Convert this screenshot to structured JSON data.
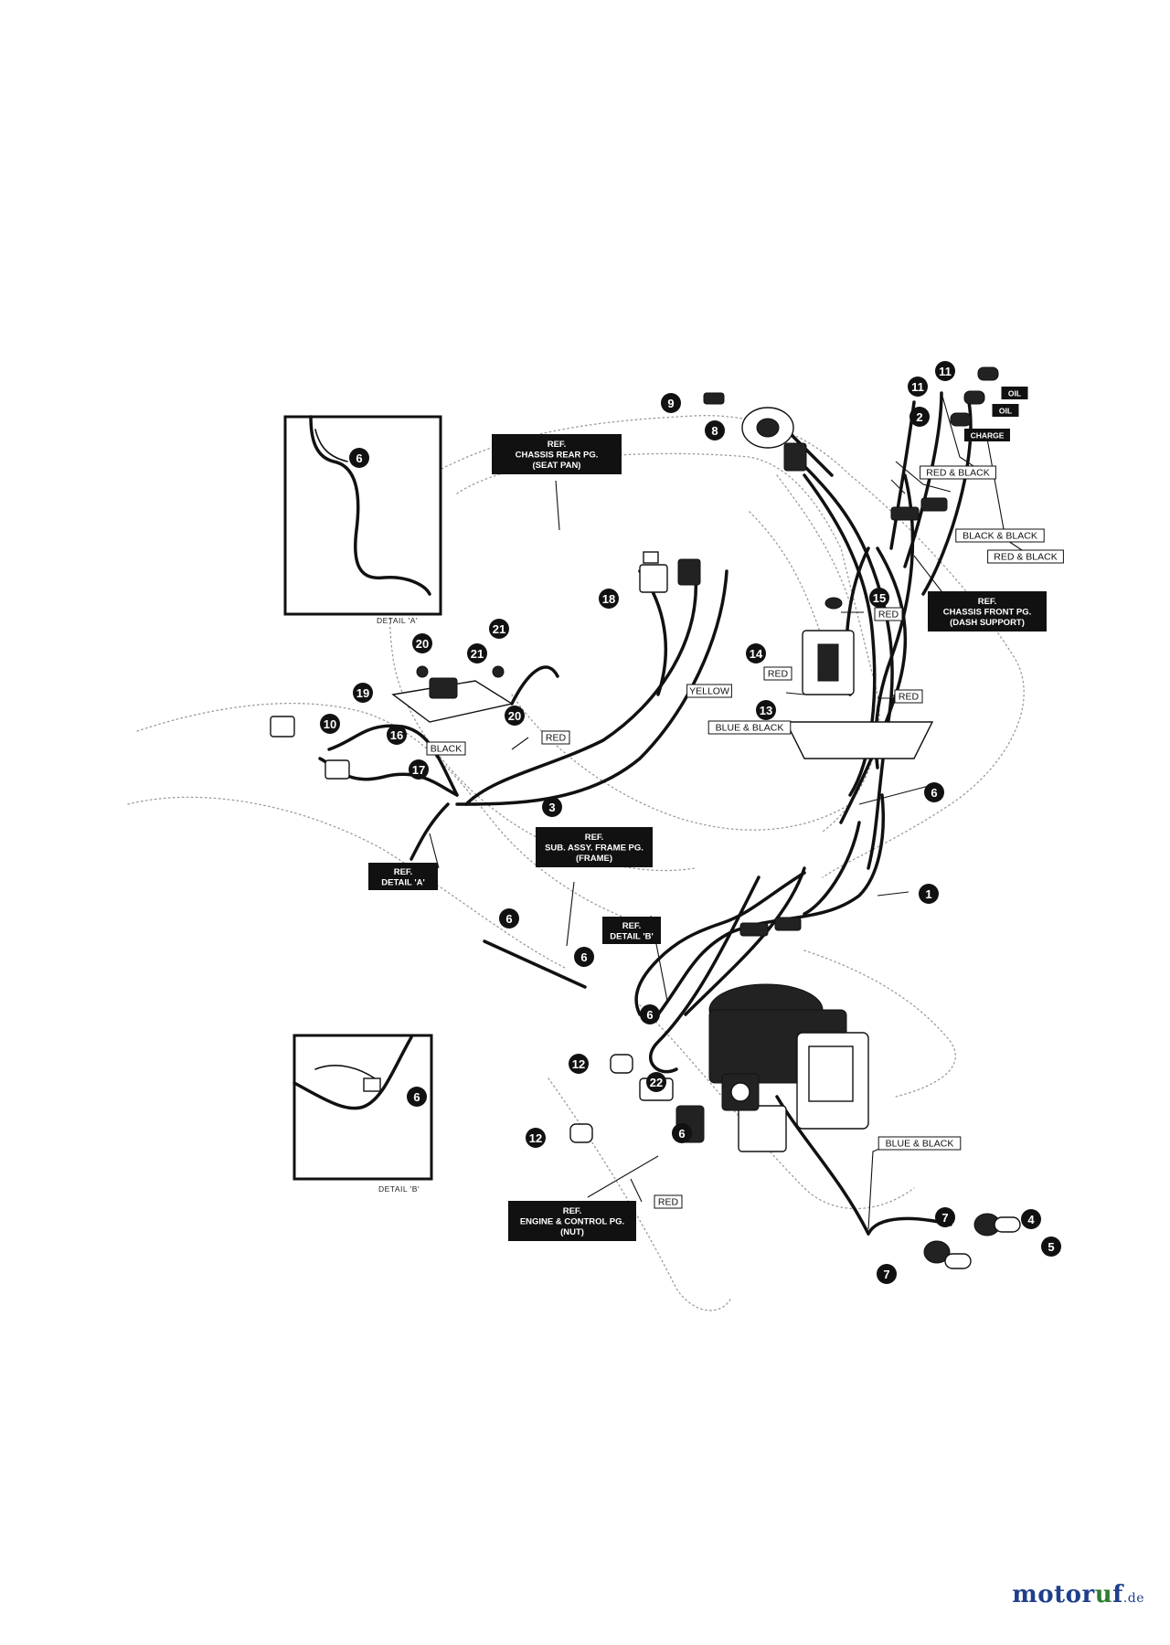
{
  "callouts": [
    {
      "n": "1"
    },
    {
      "n": "2"
    },
    {
      "n": "3"
    },
    {
      "n": "4"
    },
    {
      "n": "5"
    },
    {
      "n": "6"
    },
    {
      "n": "6"
    },
    {
      "n": "6"
    },
    {
      "n": "6"
    },
    {
      "n": "6"
    },
    {
      "n": "6"
    },
    {
      "n": "6"
    },
    {
      "n": "7"
    },
    {
      "n": "7"
    },
    {
      "n": "8"
    },
    {
      "n": "9"
    },
    {
      "n": "10"
    },
    {
      "n": "11"
    },
    {
      "n": "11"
    },
    {
      "n": "12"
    },
    {
      "n": "12"
    },
    {
      "n": "13"
    },
    {
      "n": "14"
    },
    {
      "n": "15"
    },
    {
      "n": "16"
    },
    {
      "n": "17"
    },
    {
      "n": "18"
    },
    {
      "n": "19"
    },
    {
      "n": "20"
    },
    {
      "n": "20"
    },
    {
      "n": "21"
    },
    {
      "n": "21"
    },
    {
      "n": "22"
    }
  ],
  "wire_colors": [
    "RED & BLACK",
    "BLACK & BLACK",
    "RED & BLACK",
    "RED",
    "RED",
    "YELLOW",
    "BLUE & BLACK",
    "RED",
    "RED",
    "BLACK",
    "BLUE & BLACK",
    "RED"
  ],
  "lamp_labels": [
    "OIL",
    "OIL",
    "CHARGE"
  ],
  "references": [
    {
      "lines": [
        "REF.",
        "CHASSIS REAR PG.",
        "(SEAT PAN)"
      ]
    },
    {
      "lines": [
        "REF.",
        "CHASSIS FRONT PG.",
        "(DASH SUPPORT)"
      ]
    },
    {
      "lines": [
        "REF.",
        "DETAIL 'A'"
      ]
    },
    {
      "lines": [
        "REF.",
        "SUB. ASSY. FRAME PG.",
        "(FRAME)"
      ]
    },
    {
      "lines": [
        "REF.",
        "DETAIL 'B'"
      ]
    },
    {
      "lines": [
        "REF.",
        "ENGINE & CONTROL PG.",
        "(NUT)"
      ]
    }
  ],
  "detail_captions": [
    "DETAIL 'A'",
    "DETAIL 'B'"
  ],
  "watermark": {
    "main": "motor",
    "accent": "u",
    "tail": "f",
    "tld": ".de"
  }
}
